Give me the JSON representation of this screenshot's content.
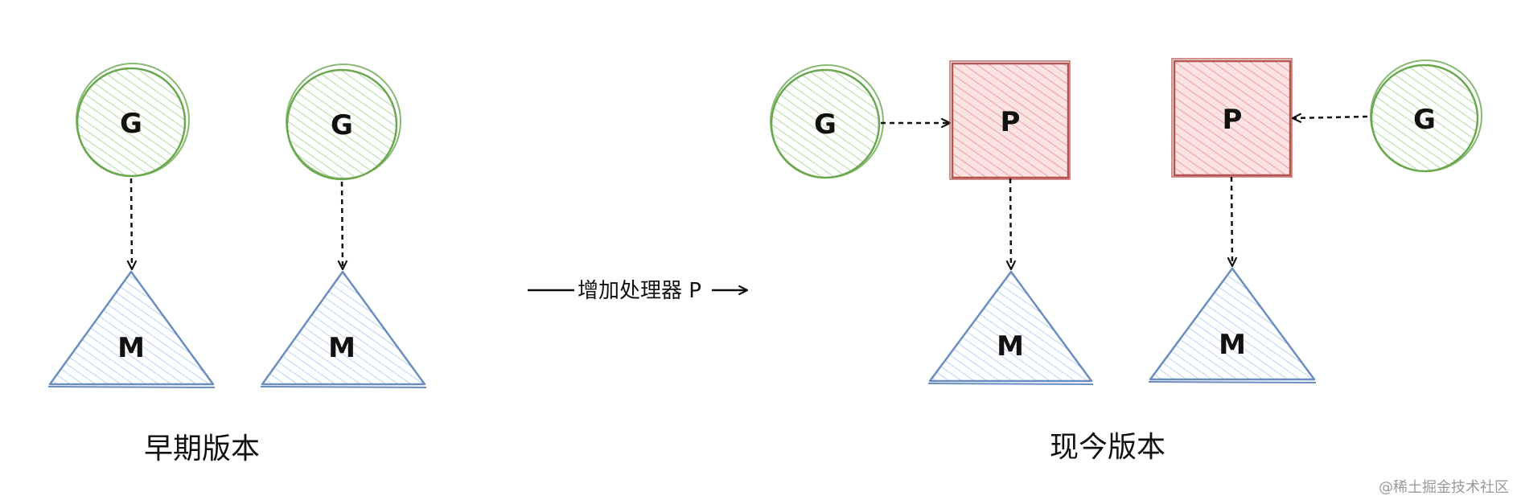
{
  "labels": {
    "goroutine": "G",
    "machine": "M",
    "processor": "P",
    "early_caption": "早期版本",
    "current_caption": "现今版本",
    "transition": "增加处理器 P",
    "watermark": "@稀土掘金技术社区"
  },
  "colors": {
    "g_stroke": "#6aa84f",
    "g_fill": "#dcefd3",
    "p_stroke": "#b85450",
    "p_fill": "#f4cccc",
    "m_stroke": "#6c8ebf",
    "m_fill": "#dae8fc",
    "ink": "#111111"
  }
}
